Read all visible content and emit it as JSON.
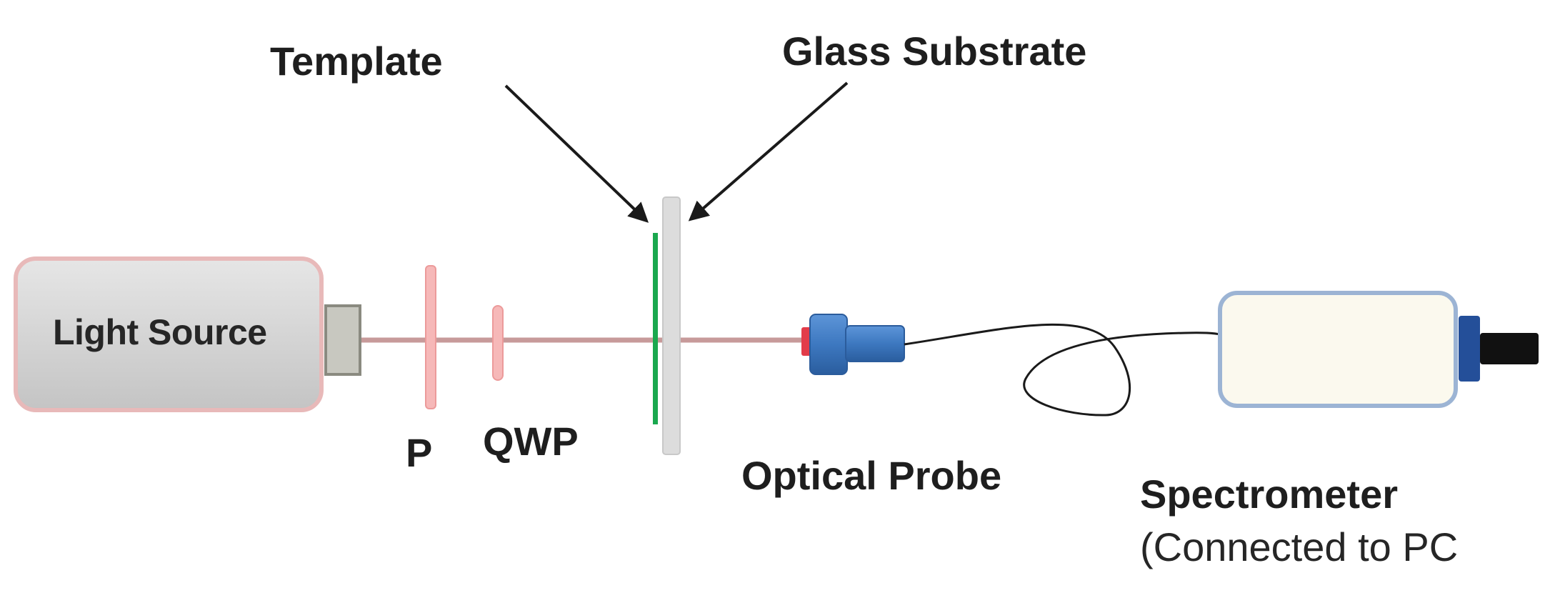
{
  "labels": {
    "template": "Template",
    "glass_substrate": "Glass Substrate",
    "light_source": "Light Source",
    "polarizer": "P",
    "quarter_wave_plate": "QWP",
    "optical_probe": "Optical Probe",
    "spectrometer": "Spectrometer",
    "spectrometer_note": "(Connected to PC"
  },
  "colors": {
    "light_source_fill": "#d7d7d7",
    "light_source_border": "#e8b9b9",
    "beam": "#c79a9a",
    "polarizer": "#f2a6a6",
    "template_film": "#1aa84f",
    "glass_substrate": "#dcdcdc",
    "probe_body": "#3d78c0",
    "probe_tip": "#e23c4a",
    "spectrometer_fill": "#fbf9ee",
    "spectrometer_border": "#9cb4d4",
    "connector": "#244f99",
    "cable_end": "#111111",
    "arrow": "#1a1a1a"
  }
}
